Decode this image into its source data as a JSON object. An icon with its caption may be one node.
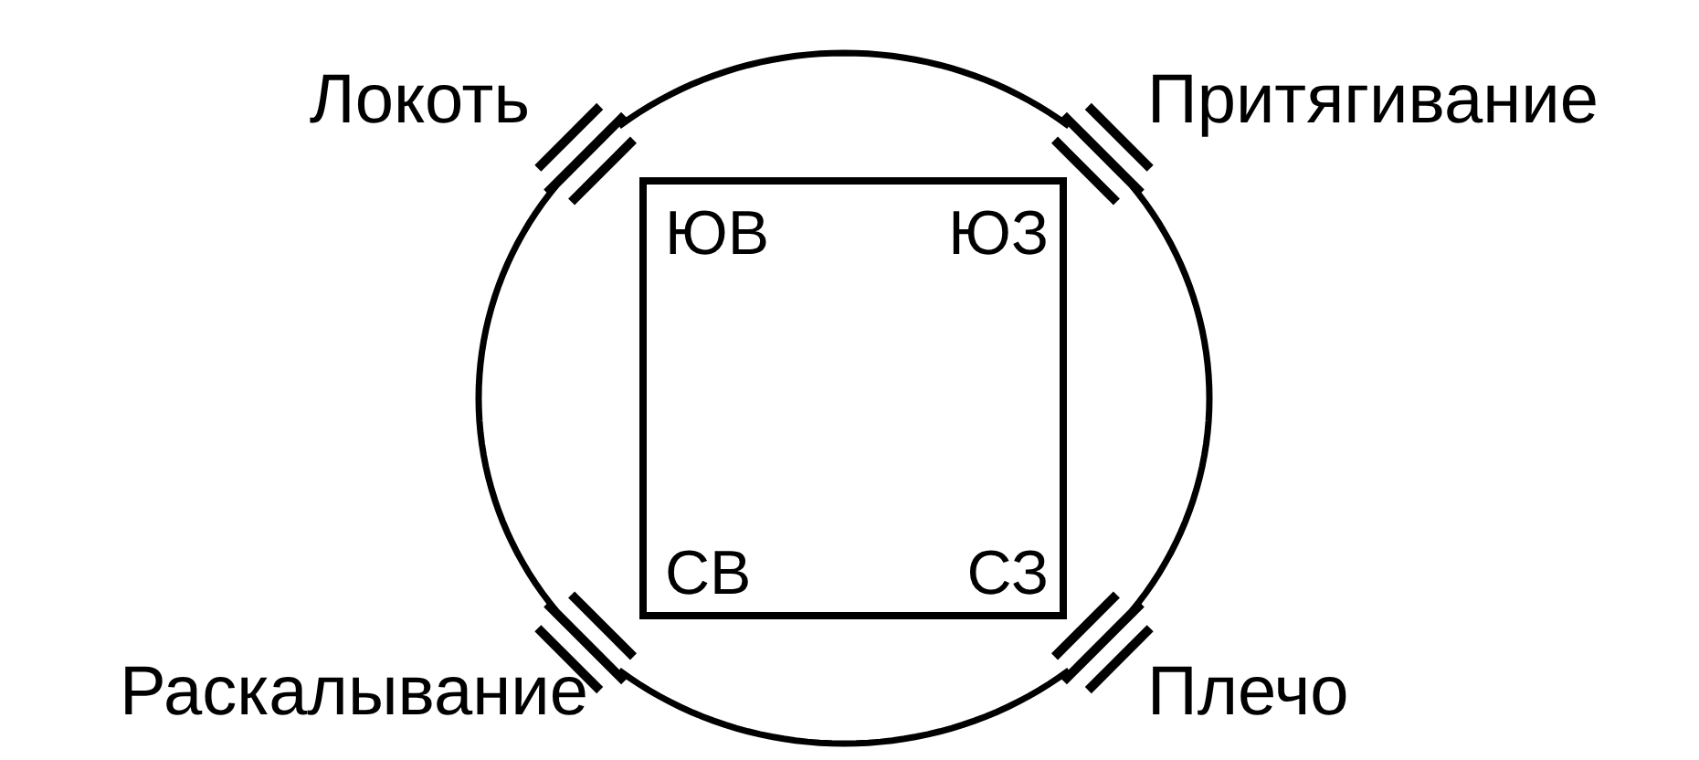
{
  "diagram": {
    "nodes": [
      {
        "text": [],
        "shape": "circle"
      },
      {
        "text": [
          "ЮВ",
          "ЮЗ",
          "СВ",
          "СЗ"
        ],
        "in": 0
      }
    ],
    "labels": [
      "Локоть",
      "Притягивание",
      "Раскалывание",
      "Плечо"
    ]
  }
}
